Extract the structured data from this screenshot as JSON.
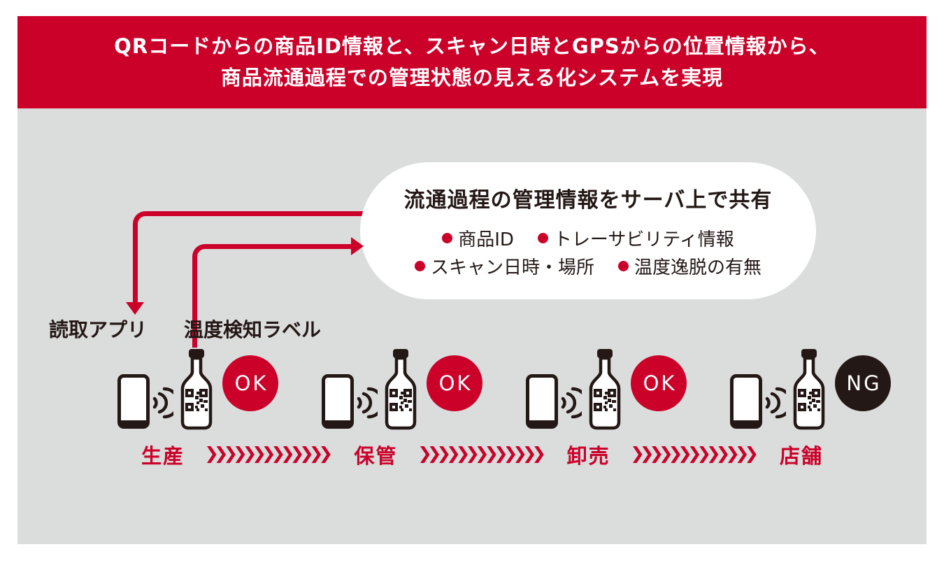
{
  "colors": {
    "accent_red": "#CB0129",
    "icon_dark": "#231815",
    "background_gray": "#DBDCDC",
    "bubble_white": "#FFFFFF"
  },
  "header": {
    "line1": "QRコードからの商品ID情報と、スキャン日時とGPSからの位置情報から、",
    "line2": "商品流通過程での管理状態の見える化システムを実現"
  },
  "bubble": {
    "title": "流通過程の管理情報をサーバ上で共有",
    "bullets": [
      {
        "label": "商品ID"
      },
      {
        "label": "トレーサビリティ情報"
      },
      {
        "label": "スキャン日時・場所"
      },
      {
        "label": "温度逸脱の有無"
      }
    ]
  },
  "annotations": {
    "reader_app": "読取アプリ",
    "temp_label": "温度検知ラベル"
  },
  "stages": [
    {
      "name": "生産",
      "status": "OK"
    },
    {
      "name": "保管",
      "status": "OK"
    },
    {
      "name": "卸売",
      "status": "OK"
    },
    {
      "name": "店舗",
      "status": "NG"
    }
  ]
}
